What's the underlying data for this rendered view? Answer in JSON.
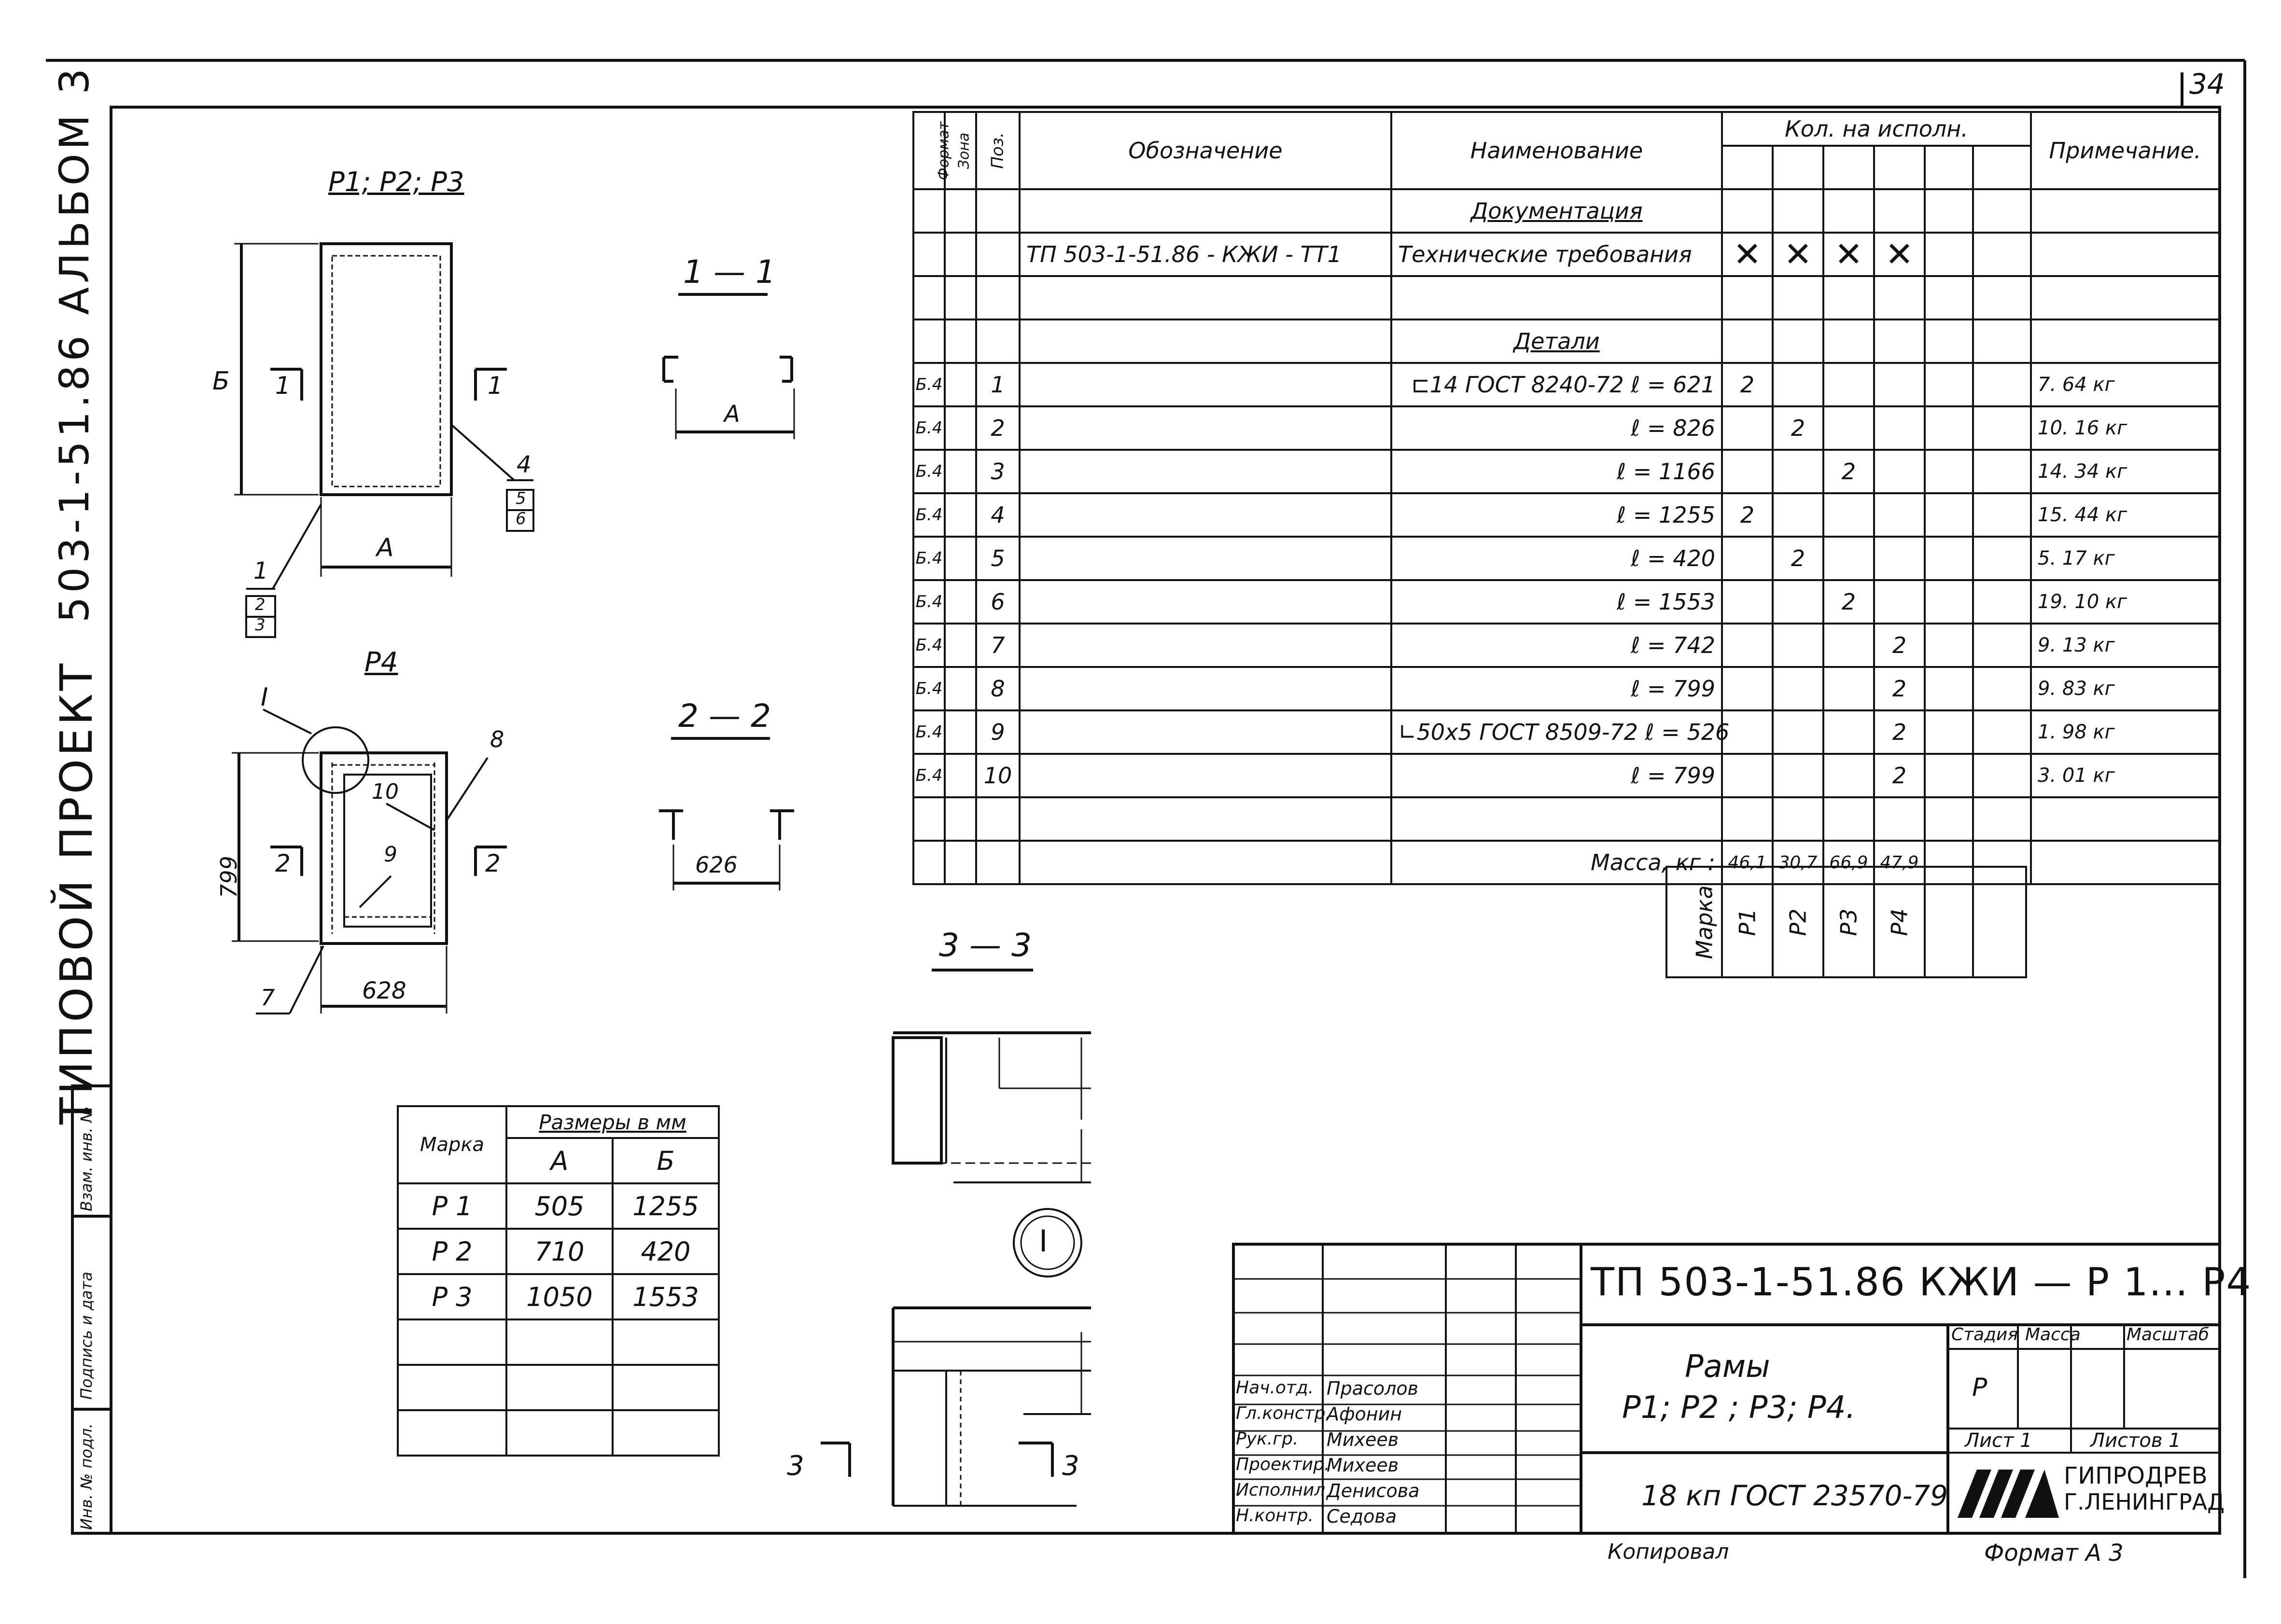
{
  "page": {
    "number": "34"
  },
  "spine": {
    "album": "503-1-51.86   АЛЬБОМ 3",
    "project": "ТИПОВОЙ ПРОЕКТ",
    "stamp_cells": [
      "Инв. № подл.",
      "Подпись и дата",
      "Взам. инв. №"
    ]
  },
  "spec_table": {
    "headers": {
      "format": "Формат",
      "zone": "Зона",
      "pos": "Поз.",
      "designation": "Обозначение",
      "name": "Наименование",
      "qty": "Кол. на исполн.",
      "note": "Примечание."
    },
    "section_docs": "Документация",
    "doc_row": {
      "designation": "ТП 503-1-51.86 - КЖИ - ТТ1",
      "name": "Технические требования"
    },
    "section_details": "Детали",
    "rows": [
      {
        "fmt": "Б.4",
        "pos": "1",
        "name": "⊏14 ГОСТ 8240-72  ℓ = 621",
        "q1": "2",
        "q2": "",
        "q3": "",
        "q4": "",
        "note": "7. 64 кг"
      },
      {
        "fmt": "Б.4",
        "pos": "2",
        "name": "ℓ = 826",
        "q1": "",
        "q2": "2",
        "q3": "",
        "q4": "",
        "note": "10. 16 кг"
      },
      {
        "fmt": "Б.4",
        "pos": "3",
        "name": "ℓ = 1166",
        "q1": "",
        "q2": "",
        "q3": "2",
        "q4": "",
        "note": "14. 34 кг"
      },
      {
        "fmt": "Б.4",
        "pos": "4",
        "name": "ℓ = 1255",
        "q1": "2",
        "q2": "",
        "q3": "",
        "q4": "",
        "note": "15. 44 кг"
      },
      {
        "fmt": "Б.4",
        "pos": "5",
        "name": "ℓ = 420",
        "q1": "",
        "q2": "2",
        "q3": "",
        "q4": "",
        "note": "5. 17 кг"
      },
      {
        "fmt": "Б.4",
        "pos": "6",
        "name": "ℓ = 1553",
        "q1": "",
        "q2": "",
        "q3": "2",
        "q4": "",
        "note": "19. 10 кг"
      },
      {
        "fmt": "Б.4",
        "pos": "7",
        "name": "ℓ = 742",
        "q1": "",
        "q2": "",
        "q3": "",
        "q4": "2",
        "note": "9. 13 кг"
      },
      {
        "fmt": "Б.4",
        "pos": "8",
        "name": "ℓ = 799",
        "q1": "",
        "q2": "",
        "q3": "",
        "q4": "2",
        "note": "9. 83 кг"
      },
      {
        "fmt": "Б.4",
        "pos": "9",
        "name": "∟50x5 ГОСТ 8509-72  ℓ = 526",
        "q1": "",
        "q2": "",
        "q3": "",
        "q4": "2",
        "note": "1. 98 кг"
      },
      {
        "fmt": "Б.4",
        "pos": "10",
        "name": "ℓ = 799",
        "q1": "",
        "q2": "",
        "q3": "",
        "q4": "2",
        "note": "3. 01 кг"
      }
    ],
    "mass_label": "Масса, кг :",
    "mass": [
      "46,1",
      "30,7",
      "66,9",
      "47,9"
    ],
    "marka_label": "Марка",
    "marks": [
      "Р1",
      "Р2",
      "Р3",
      "Р4"
    ]
  },
  "drawings": {
    "p123_title": "Р1; Р2; Р3",
    "p4_title": "Р4",
    "sec11": "1 — 1",
    "sec22": "2 — 2",
    "sec33": "3 — 3",
    "node_label": "I",
    "dim_A": "А",
    "dim_B": "Б",
    "cut1": "1",
    "cut2": "2",
    "cut3": "3",
    "pos_labels": [
      "1",
      "4",
      "7",
      "8",
      "9",
      "10"
    ],
    "frac_top": "2",
    "frac_bottom": "3",
    "frac4_top": "5",
    "frac4_bottom": "6",
    "dim_799": "799",
    "dim_628": "628",
    "dim_626": "626"
  },
  "dims_table": {
    "header_mark": "Марка",
    "header_sizes": "Размеры в мм",
    "col_a": "А",
    "col_b": "Б",
    "rows": [
      {
        "mark": "Р 1",
        "a": "505",
        "b": "1255"
      },
      {
        "mark": "Р 2",
        "a": "710",
        "b": "420"
      },
      {
        "mark": "Р 3",
        "a": "1050",
        "b": "1553"
      }
    ]
  },
  "title_block": {
    "code": "ТП 503-1-51.86  КЖИ — Р 1... Р4",
    "title_line1": "Рамы",
    "title_line2": "Р1; Р2 ; Р3; Р4.",
    "stage_h": "Стадия",
    "mass_h": "Масса",
    "scale_h": "Масштаб",
    "stage_val": "Р",
    "sheet": "Лист 1",
    "sheets": "Листов 1",
    "standard": "18 кп ГОСТ 23570-79",
    "org1": "ГИПРОДРЕВ",
    "org2": "Г.ЛЕНИНГРАД",
    "people": [
      {
        "role": "Нач.отд.",
        "name": "Прасолов"
      },
      {
        "role": "Гл.констр.",
        "name": "Афонин"
      },
      {
        "role": "Рук.гр.",
        "name": "Михеев"
      },
      {
        "role": "Проектир.",
        "name": "Михеев"
      },
      {
        "role": "Исполнил",
        "name": "Денисова"
      },
      {
        "role": "Н.контр.",
        "name": "Седова"
      }
    ]
  },
  "footer": {
    "copied": "Копировал",
    "format": "Формат  А 3"
  }
}
